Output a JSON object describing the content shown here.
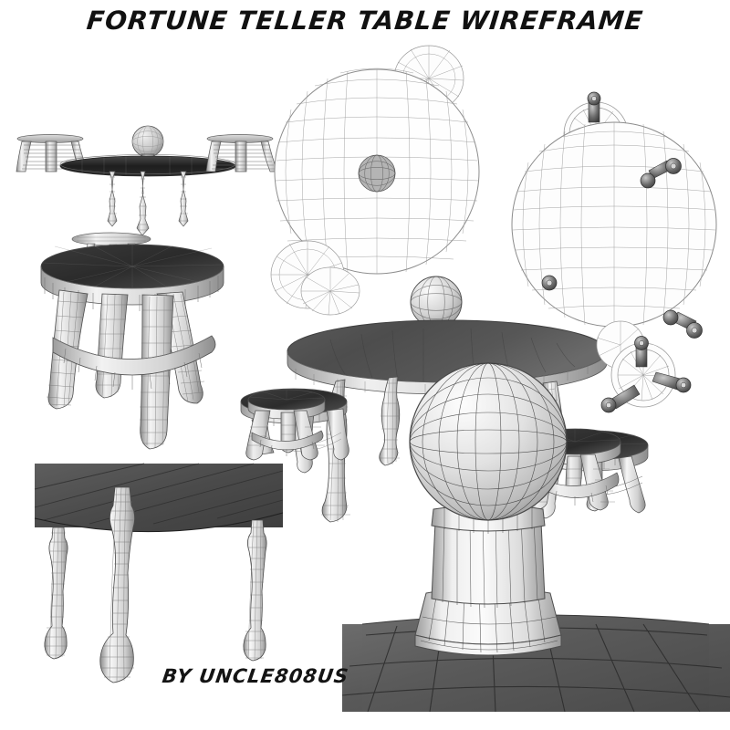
{
  "page": {
    "title": "FORTUNE TELLER TABLE WIREFRAME",
    "credit": "BY UNCLE808US",
    "background_color": "#ffffff",
    "wireframe_color": "#6e6e6e",
    "dark_surface_color": "#3b3b3b",
    "panel_color": "#6a6a6a"
  },
  "views": [
    {
      "id": "ortho-front-table",
      "name": "Orthographic front elevation: fortune teller table with crystal ball and two stools",
      "objects": [
        "stool-left",
        "table-front",
        "crystal-ball",
        "stool-right"
      ]
    },
    {
      "id": "top-view-table",
      "name": "Top-down wireframe of round tabletop with crystal ball and stool seats",
      "objects": [
        "tabletop-grid",
        "crystal-ball-top",
        "stool-seat-top-right",
        "stool-seat-bottom-left"
      ]
    },
    {
      "id": "bottom-view-table",
      "name": "Underside wireframe of tabletop showing leg mounts",
      "objects": [
        "tabletop-underside",
        "table-leg-stubs",
        "stool-underside"
      ]
    },
    {
      "id": "persp-stool-large",
      "name": "Perspective wireframe of four-leg stool with ring stretcher",
      "objects": [
        "stool-seat",
        "stool-legs",
        "stool-ring"
      ]
    },
    {
      "id": "persp-table",
      "name": "Perspective wireframe of the fortune teller table with crystal ball",
      "objects": [
        "tabletop",
        "crystal-ball",
        "turned-legs"
      ]
    },
    {
      "id": "persp-stool-small",
      "name": "Perspective wireframe of small stool",
      "objects": [
        "stool-seat",
        "stool-legs"
      ]
    },
    {
      "id": "persp-stool-right",
      "name": "Perspective wireframe of stool, lower right",
      "objects": [
        "stool-seat",
        "stool-legs",
        "stool-ring"
      ]
    },
    {
      "id": "stool-bottom-detail",
      "name": "Underside detail of stool seat with radial spokes",
      "objects": [
        "stool-seat-radial",
        "stool-legs"
      ]
    },
    {
      "id": "leg-detail-panel",
      "name": "Close-up of turned table legs under the dark tabletop",
      "objects": [
        "tabletop-dark",
        "turned-leg-center",
        "turned-leg-left",
        "turned-leg-right"
      ]
    },
    {
      "id": "crystal-ball-panel",
      "name": "Close-up of crystal ball on flared pedestal base resting on table surface",
      "objects": [
        "crystal-sphere",
        "pedestal-column",
        "pedestal-foot",
        "table-surface-grid"
      ]
    }
  ]
}
